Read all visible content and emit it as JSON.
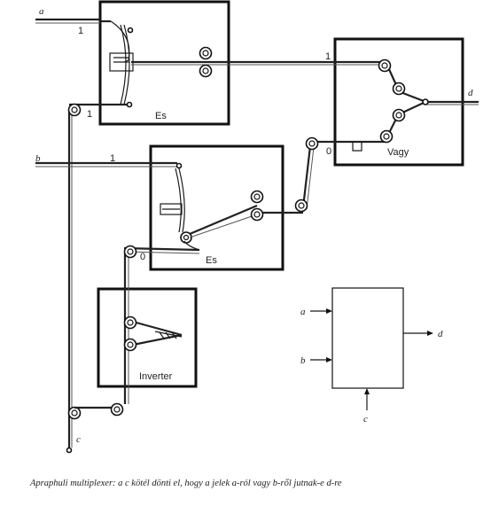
{
  "gates": {
    "es_top": "Es",
    "vagy": "Vagy",
    "es_mid": "Es",
    "inverter": "Inverter"
  },
  "inputs": {
    "a": "a",
    "b": "b",
    "c": "c",
    "out_d": "d"
  },
  "levels": {
    "a_level": "1",
    "es_top_out": "1",
    "c_branch": "1",
    "b_level": "1",
    "vagy_in_lower": "0",
    "es_mid_in": "0"
  },
  "block": {
    "in_a": "a",
    "in_b": "b",
    "in_c": "c",
    "out_d": "d"
  },
  "caption": "Apraphuli multiplexer: a c kötél dönti el, hogy a jelek a-ról vagy b-ről jutnak-e d-re"
}
